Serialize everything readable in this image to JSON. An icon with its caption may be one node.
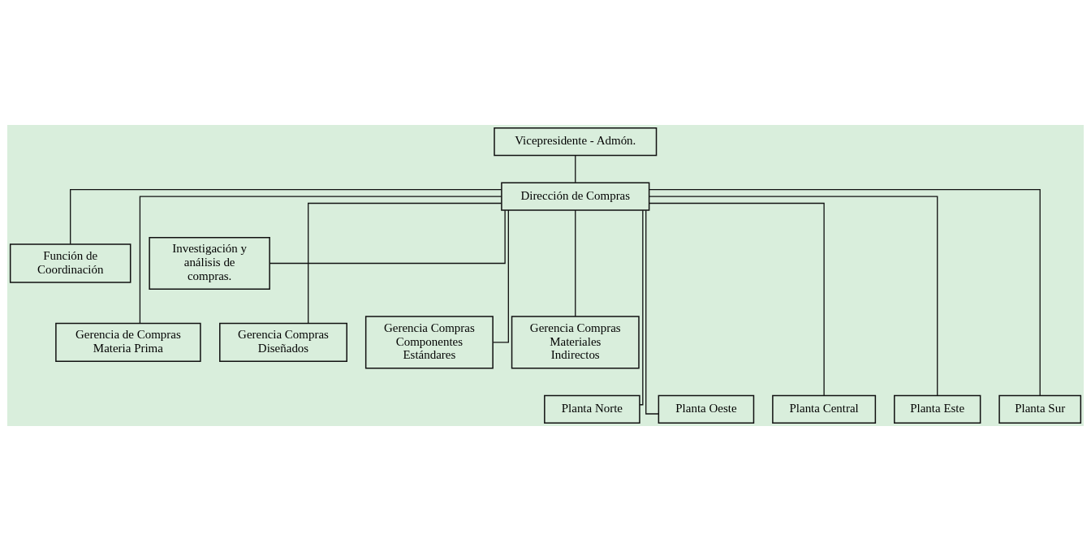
{
  "diagram": {
    "nodes": [
      {
        "text": [
          "Vicepresidente - Admón."
        ]
      },
      {
        "text": [
          "Dirección de Compras"
        ]
      },
      {
        "text": [
          "Función de Coordinación"
        ]
      },
      {
        "text": [
          "Investigación y análisis de compras."
        ]
      },
      {
        "text": [
          "Gerencia de Compras Materia Prima"
        ]
      },
      {
        "text": [
          "Gerencia Compras Diseñados"
        ]
      },
      {
        "text": [
          "Gerencia Compras Componentes Estándares"
        ]
      },
      {
        "text": [
          "Gerencia Compras Materiales Indirectos"
        ]
      },
      {
        "text": [
          "Planta Norte"
        ]
      },
      {
        "text": [
          "Planta Oeste"
        ]
      },
      {
        "text": [
          "Planta Central"
        ]
      },
      {
        "text": [
          "Planta Este"
        ]
      },
      {
        "text": [
          "Planta Sur"
        ]
      }
    ],
    "edges": [
      {
        "from": 0,
        "to": 1,
        "arrow": "none"
      },
      {
        "from": 1,
        "to": 2,
        "arrow": "none"
      },
      {
        "from": 1,
        "to": 3,
        "arrow": "none"
      },
      {
        "from": 1,
        "to": 4,
        "arrow": "none"
      },
      {
        "from": 1,
        "to": 5,
        "arrow": "none"
      },
      {
        "from": 1,
        "to": 6,
        "arrow": "none"
      },
      {
        "from": 1,
        "to": 7,
        "arrow": "none"
      },
      {
        "from": 1,
        "to": 8,
        "arrow": "none"
      },
      {
        "from": 1,
        "to": 9,
        "arrow": "none"
      },
      {
        "from": 1,
        "to": 10,
        "arrow": "none"
      },
      {
        "from": 1,
        "to": 11,
        "arrow": "none"
      },
      {
        "from": 1,
        "to": 12,
        "arrow": "none"
      }
    ]
  }
}
